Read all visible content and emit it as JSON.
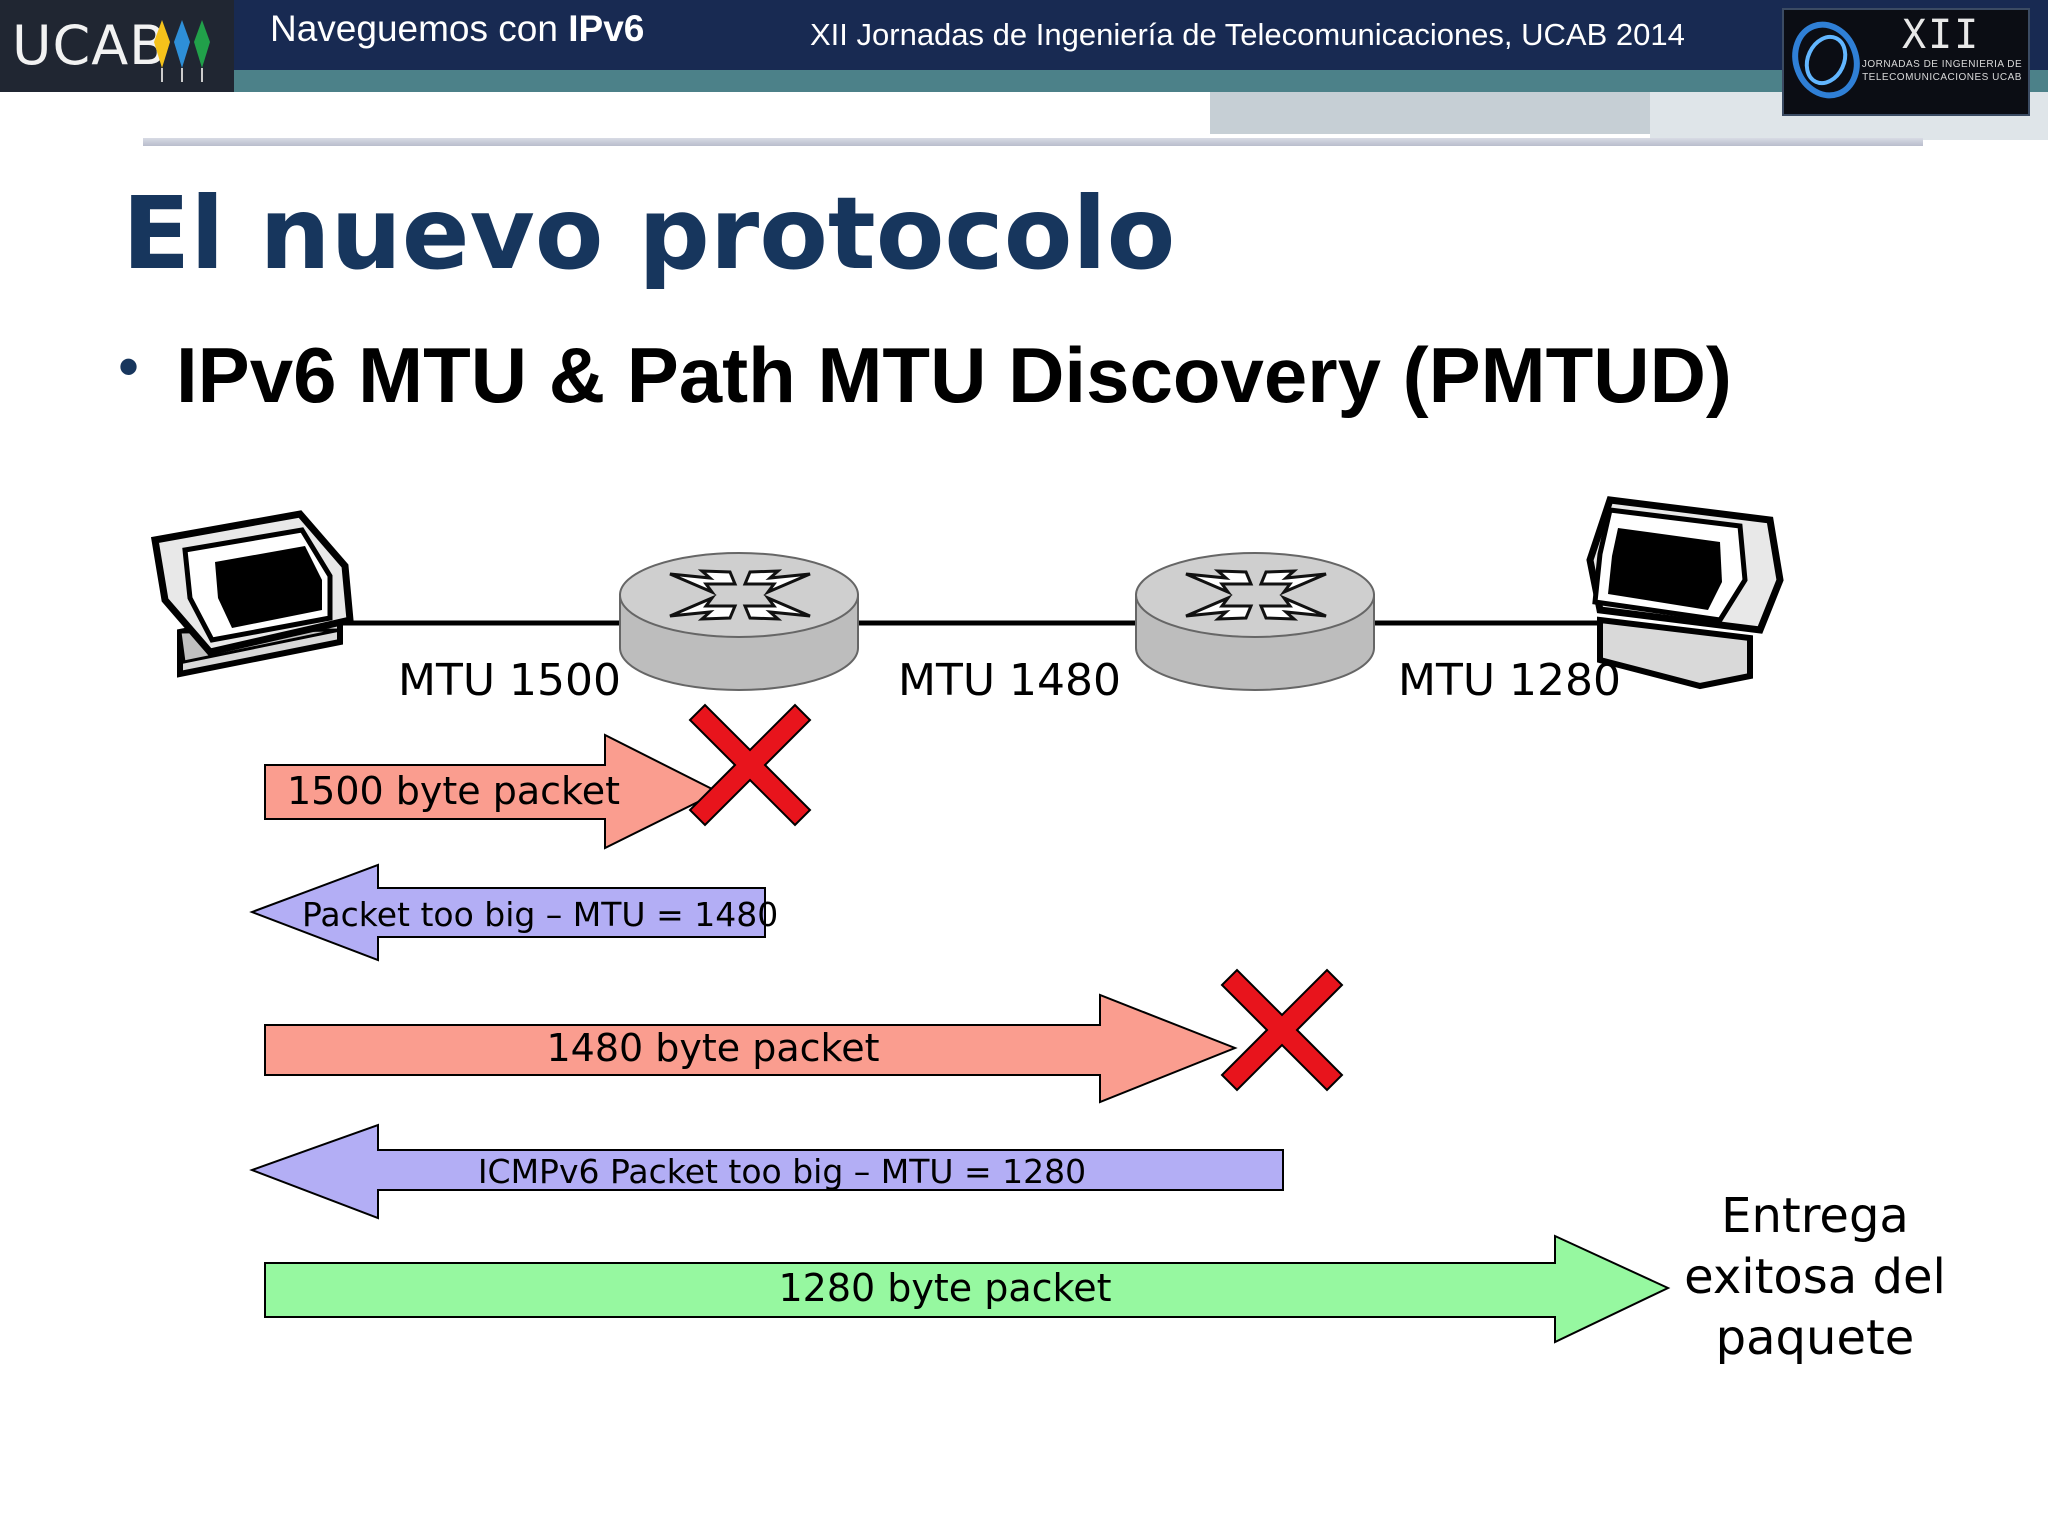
{
  "header": {
    "logo_text": "UCAB",
    "title_prefix": "Naveguemos con ",
    "title_bold": "IPv6",
    "event": "XII Jornadas de Ingeniería de Telecomunicaciones, UCAB 2014",
    "event_logo_mark": "XII",
    "event_logo_caption": "JORNADAS DE INGENIERIA DE TELECOMUNICACIONES UCAB"
  },
  "slide": {
    "title": "El nuevo protocolo",
    "bullet": "IPv6 MTU & Path MTU Discovery (PMTUD)"
  },
  "diagram": {
    "links": [
      {
        "label": "MTU 1500"
      },
      {
        "label": "MTU 1480"
      },
      {
        "label": "MTU 1280"
      }
    ],
    "packets": [
      {
        "label": "1500 byte packet",
        "direction": "right",
        "outcome": "dropped"
      },
      {
        "label": "Packet too big – MTU = 1480",
        "direction": "left"
      },
      {
        "label": "1480 byte packet",
        "direction": "right",
        "outcome": "dropped"
      },
      {
        "label": "ICMPv6 Packet too big – MTU = 1280",
        "direction": "left"
      },
      {
        "label": "1280 byte packet",
        "direction": "right",
        "outcome": "delivered"
      }
    ],
    "delivery_note": [
      "Entrega",
      "exitosa del",
      "paquete"
    ]
  },
  "colors": {
    "title": "#17365d",
    "header_dark": "#182a52",
    "header_teal": "#4c8189",
    "packet_forward": "#fa9d8f",
    "packet_back": "#b3aef5",
    "packet_ok": "#96f8a0",
    "drop_mark": "#e8141c"
  }
}
